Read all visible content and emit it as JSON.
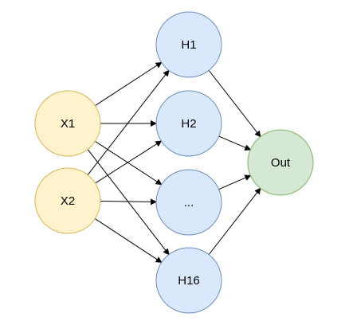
{
  "diagram": {
    "nodes": [
      {
        "id": "x1",
        "label": "X1",
        "fill": "#fff2cc",
        "stroke": "#d6b656"
      },
      {
        "id": "x2",
        "label": "X2",
        "fill": "#fff2cc",
        "stroke": "#d6b656"
      },
      {
        "id": "h1",
        "label": "H1",
        "fill": "#dae8fc",
        "stroke": "#6c8ebf"
      },
      {
        "id": "h2",
        "label": "H2",
        "fill": "#dae8fc",
        "stroke": "#6c8ebf"
      },
      {
        "id": "h_ellipsis",
        "label": "...",
        "fill": "#dae8fc",
        "stroke": "#6c8ebf"
      },
      {
        "id": "h16",
        "label": "H16",
        "fill": "#dae8fc",
        "stroke": "#6c8ebf"
      },
      {
        "id": "out",
        "label": "Out",
        "fill": "#d5e8d4",
        "stroke": "#82b366"
      }
    ],
    "edges": [
      {
        "from": "x1",
        "to": "h1"
      },
      {
        "from": "x1",
        "to": "h2"
      },
      {
        "from": "x1",
        "to": "h_ellipsis"
      },
      {
        "from": "x1",
        "to": "h16"
      },
      {
        "from": "x2",
        "to": "h1"
      },
      {
        "from": "x2",
        "to": "h2"
      },
      {
        "from": "x2",
        "to": "h_ellipsis"
      },
      {
        "from": "x2",
        "to": "h16"
      },
      {
        "from": "h1",
        "to": "out"
      },
      {
        "from": "h2",
        "to": "out"
      },
      {
        "from": "h_ellipsis",
        "to": "out"
      },
      {
        "from": "h16",
        "to": "out"
      }
    ]
  }
}
